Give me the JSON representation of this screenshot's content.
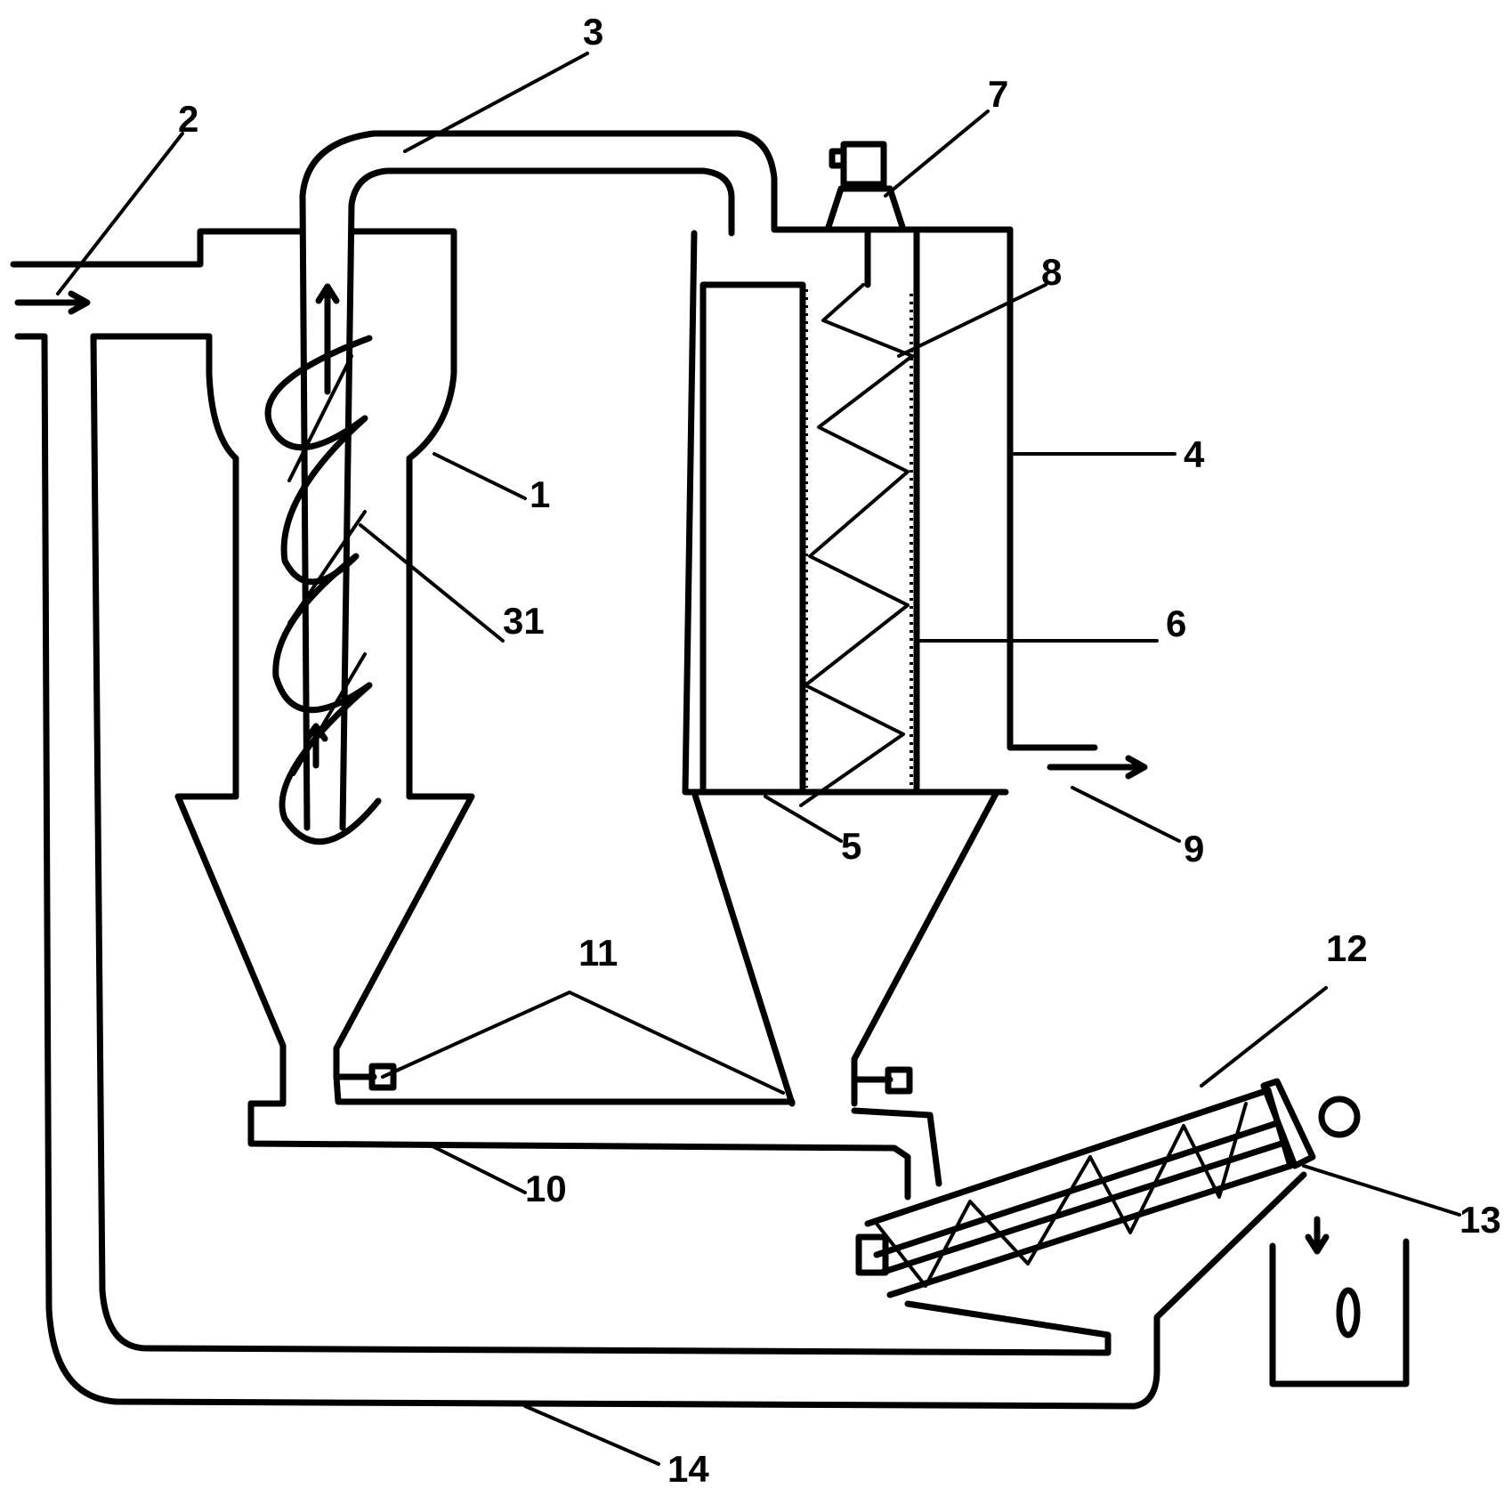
{
  "labels": {
    "l1": "1",
    "l2": "2",
    "l3": "3",
    "l4": "4",
    "l5": "5",
    "l6": "6",
    "l7": "7",
    "l8": "8",
    "l9": "9",
    "l10": "10",
    "l11": "11",
    "l12": "12",
    "l13": "13",
    "l14": "14",
    "l31": "31"
  }
}
